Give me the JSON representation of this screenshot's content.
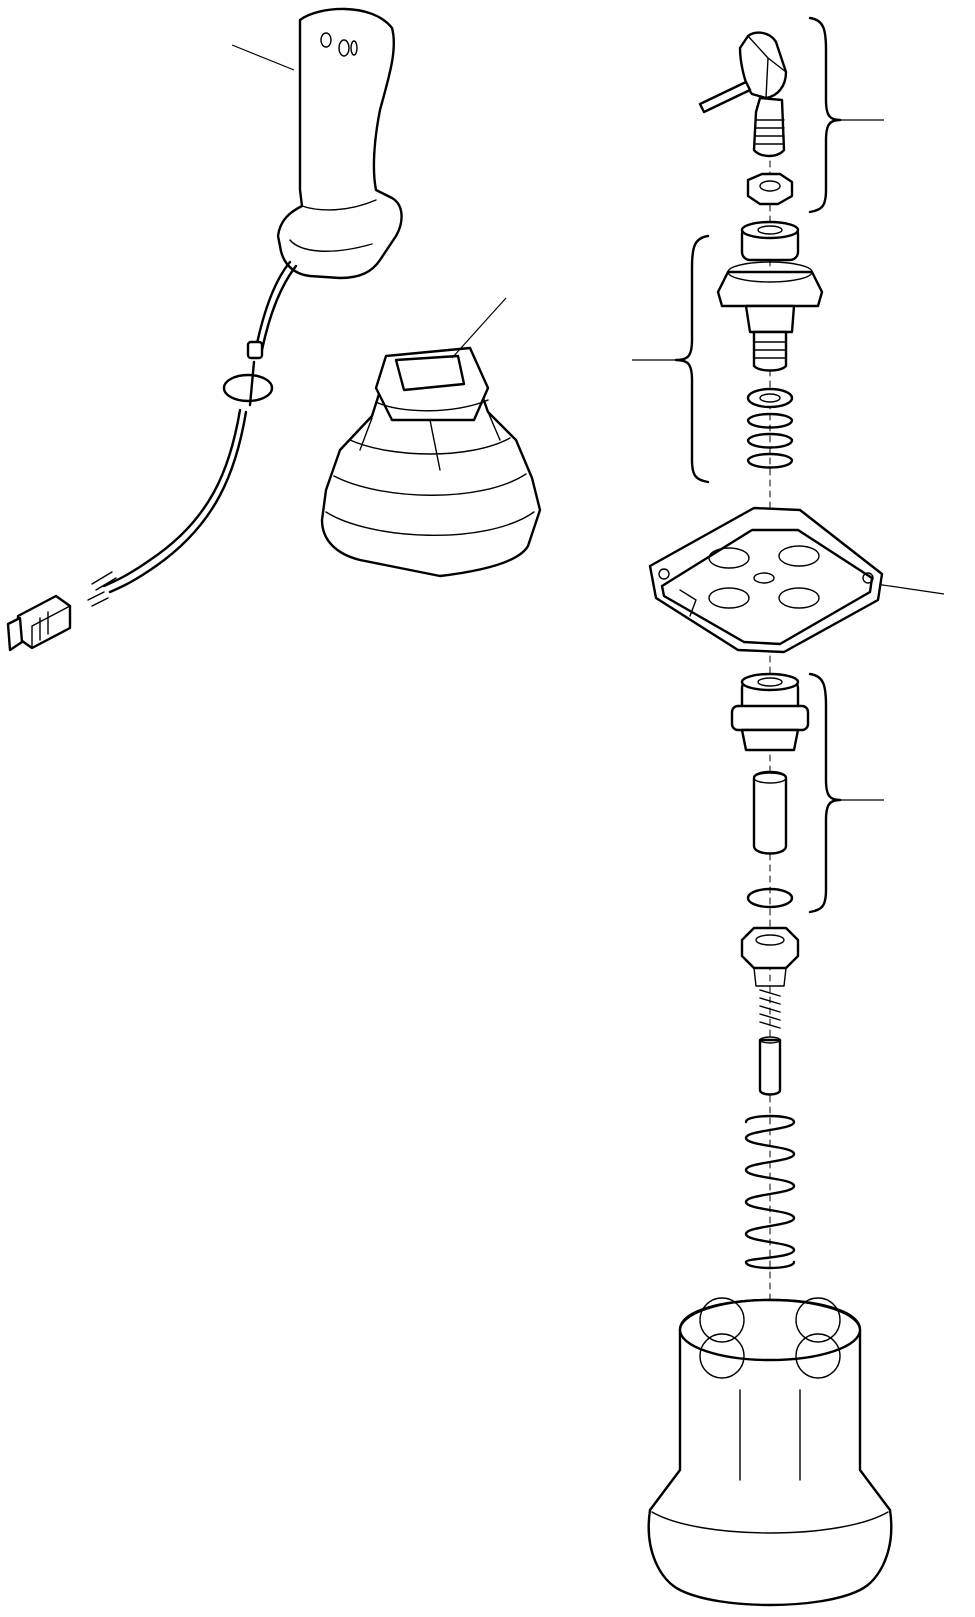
{
  "figure": {
    "kind": "exploded parts diagram",
    "callout_labels": []
  },
  "parts": [
    {
      "name": "joystick-grip"
    },
    {
      "name": "wiring-harness"
    },
    {
      "name": "connector-plug"
    },
    {
      "name": "rubber-boot"
    },
    {
      "name": "lever-pin"
    },
    {
      "name": "lock-nut"
    },
    {
      "name": "stem-assembly"
    },
    {
      "name": "plate"
    },
    {
      "name": "guide-bush"
    },
    {
      "name": "piston"
    },
    {
      "name": "o-ring"
    },
    {
      "name": "spring-seat"
    },
    {
      "name": "push-rod"
    },
    {
      "name": "return-spring"
    },
    {
      "name": "valve-body"
    }
  ],
  "colors": {
    "line": "#000000",
    "background": "#ffffff"
  }
}
